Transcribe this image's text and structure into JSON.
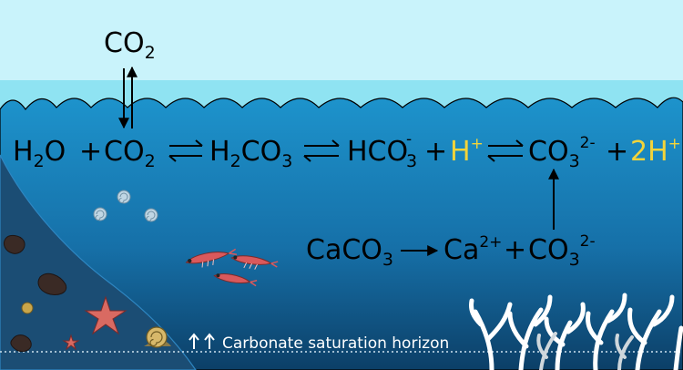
{
  "colors": {
    "sky": "#c9f3fb",
    "sky_wave": "#8fe3f2",
    "water_top": "#1d93cc",
    "water_bottom": "#0c3f67",
    "seafloor": "#1b4d74",
    "hydrogen_ion": "#f2d43a",
    "coral": "#ffffff"
  },
  "icons": [
    "co2-exchange-arrows-icon",
    "equilibrium-arrow-icon",
    "reaction-arrow-icon",
    "shell-icon",
    "krill-icon",
    "rock-icon",
    "starfish-icon",
    "snail-icon",
    "coral-icon",
    "up-arrow-icon"
  ],
  "atmosphere": {
    "co2": {
      "base": "CO",
      "sub": "2"
    }
  },
  "equation_main": {
    "h2o": {
      "a": "H",
      "sub": "2",
      "b": "O"
    },
    "plus1": "+",
    "co2": {
      "a": "CO",
      "sub": "2"
    },
    "h2co3": {
      "a": "H",
      "sub1": "2",
      "b": "CO",
      "sub2": "3"
    },
    "hco3": {
      "a": "HCO",
      "sub": "3",
      "sup": "-"
    },
    "plus2": "+",
    "hplus": {
      "a": "H",
      "sup": "+"
    },
    "co3": {
      "a": "CO",
      "sub": "3",
      "sup": "2-"
    },
    "plus3": "+",
    "two_hplus": {
      "a": "2H",
      "sup": "+"
    }
  },
  "equation_second": {
    "caco3": {
      "a": "CaCO",
      "sub": "3"
    },
    "ca": {
      "a": "Ca",
      "sup": "2+"
    },
    "plus": "+",
    "co3": {
      "a": "CO",
      "sub": "3",
      "sup": "2-"
    }
  },
  "horizon": {
    "label": "Carbonate saturation horizon"
  }
}
